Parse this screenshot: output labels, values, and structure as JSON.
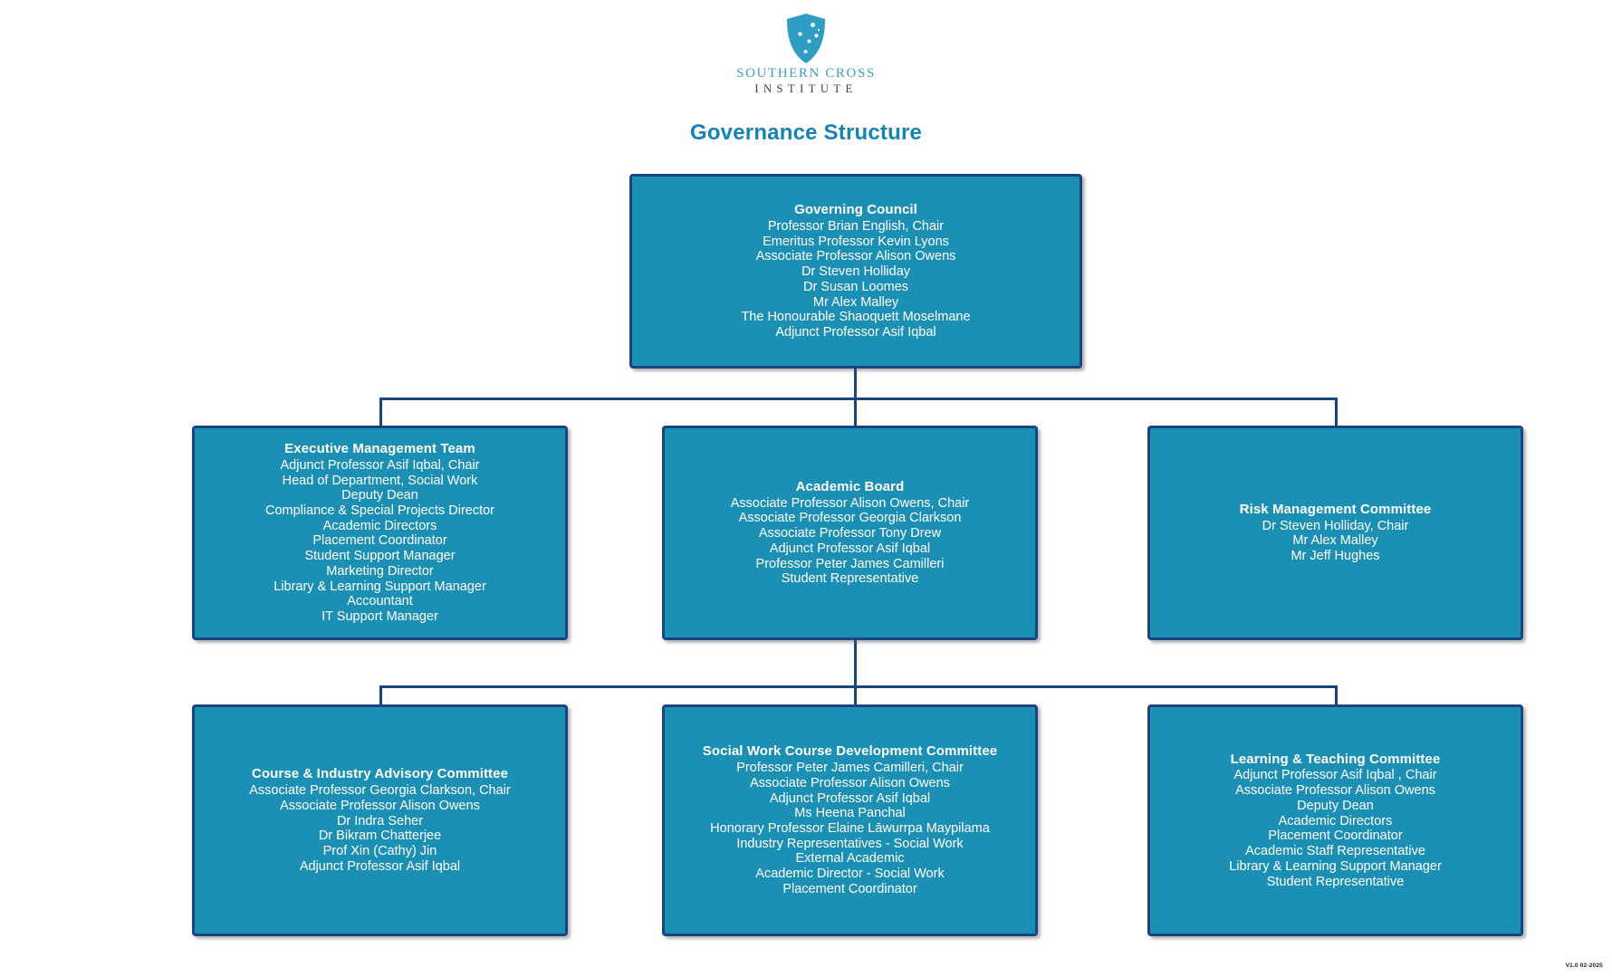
{
  "brand": {
    "logo_line1": "SOUTHERN CROSS",
    "logo_line2": "INSTITUTE",
    "shield_color": "#2f9cc4",
    "title_color": "#1583b5"
  },
  "page": {
    "title": "Governance Structure",
    "version": "V1.0 02-2025"
  },
  "theme": {
    "node_fill": "#1c8fb4",
    "node_border": "#17457f",
    "node_text": "#ffffff"
  },
  "chart": {
    "type": "org-chart",
    "nodes": [
      {
        "id": "governing-council",
        "title": "Governing Council",
        "members": [
          "Professor Brian English, Chair",
          "Emeritus Professor Kevin Lyons",
          "Associate Professor Alison Owens",
          "Dr Steven Holliday",
          "Dr Susan Loomes",
          "Mr Alex Malley",
          "The Honourable Shaoquett Moselmane",
          "Adjunct Professor Asif Iqbal"
        ]
      },
      {
        "id": "executive-management-team",
        "title": "Executive Management Team",
        "members": [
          "Adjunct Professor Asif Iqbal, Chair",
          "Head of Department, Social Work",
          "Deputy Dean",
          "Compliance & Special Projects Director",
          "Academic Directors",
          "Placement Coordinator",
          "Student Support Manager",
          "Marketing Director",
          "Library & Learning Support Manager",
          "Accountant",
          "IT Support Manager"
        ]
      },
      {
        "id": "academic-board",
        "title": "Academic Board",
        "members": [
          "Associate Professor Alison Owens, Chair",
          "Associate Professor Georgia Clarkson",
          "Associate Professor Tony Drew",
          "Adjunct Professor Asif Iqbal",
          "Professor Peter James Camilleri",
          "Student Representative"
        ]
      },
      {
        "id": "risk-management-committee",
        "title": "Risk Management Committee",
        "members": [
          "Dr Steven Holliday, Chair",
          "Mr Alex Malley",
          "Mr Jeff Hughes"
        ]
      },
      {
        "id": "course-industry-advisory-committee",
        "title": "Course & Industry Advisory Committee",
        "members": [
          "Associate Professor Georgia Clarkson, Chair",
          "Associate Professor Alison Owens",
          "Dr Indra Seher",
          "Dr Bikram Chatterjee",
          "Prof Xin (Cathy) Jin",
          "Adjunct Professor Asif Iqbal"
        ]
      },
      {
        "id": "social-work-course-development-committee",
        "title": "Social Work Course Development Committee",
        "members": [
          "Professor Peter James Camilleri, Chair",
          "Associate Professor Alison Owens",
          "Adjunct Professor Asif Iqbal",
          "Ms Heena Panchal",
          "Honorary Professor Elaine Lāwurrpa Maypilama",
          "Industry Representatives - Social Work",
          "External Academic",
          "Academic Director - Social Work",
          "Placement Coordinator"
        ]
      },
      {
        "id": "learning-teaching-committee",
        "title": "Learning & Teaching Committee",
        "members": [
          "Adjunct Professor Asif Iqbal , Chair",
          "Associate Professor Alison Owens",
          "Deputy Dean",
          "Academic Directors",
          "Placement Coordinator",
          "Academic Staff Representative",
          "Library & Learning Support Manager",
          "Student Representative"
        ]
      }
    ],
    "edges": [
      {
        "from": "governing-council",
        "to": "executive-management-team"
      },
      {
        "from": "governing-council",
        "to": "academic-board"
      },
      {
        "from": "governing-council",
        "to": "risk-management-committee"
      },
      {
        "from": "academic-board",
        "to": "course-industry-advisory-committee"
      },
      {
        "from": "academic-board",
        "to": "social-work-course-development-committee"
      },
      {
        "from": "academic-board",
        "to": "learning-teaching-committee"
      }
    ]
  }
}
